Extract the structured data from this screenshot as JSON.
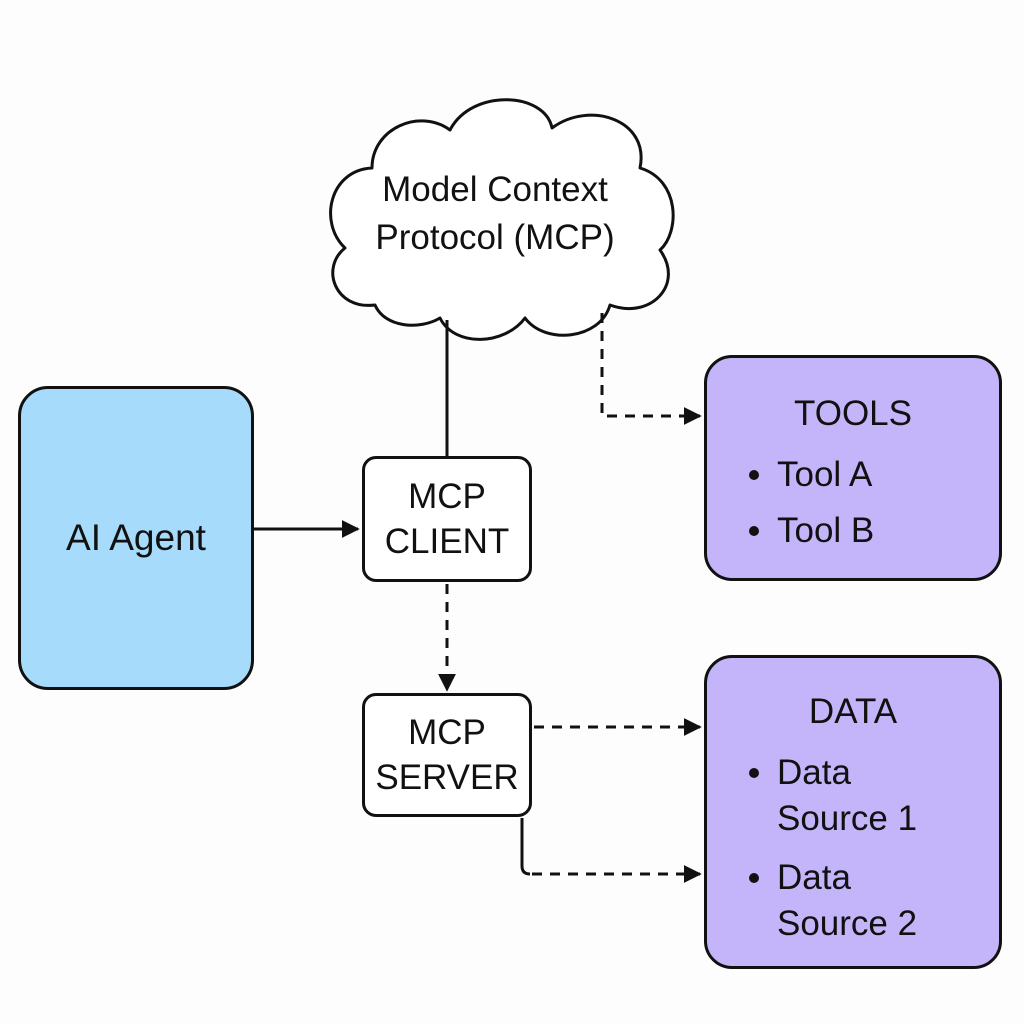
{
  "diagram": {
    "colors": {
      "agent_fill": "#a7dbfb",
      "panel_fill": "#c4b5fb",
      "node_fill": "#ffffff",
      "stroke": "#111111",
      "background": "#fdfdfd"
    },
    "cloud": {
      "line1": "Model Context",
      "line2": "Protocol (MCP)"
    },
    "agent": {
      "label": "AI Agent"
    },
    "client": {
      "line1": "MCP",
      "line2": "CLIENT"
    },
    "server": {
      "line1": "MCP",
      "line2": "SERVER"
    },
    "tools": {
      "title": "TOOLS",
      "items": [
        "Tool A",
        "Tool B"
      ]
    },
    "data": {
      "title": "DATA",
      "items": [
        {
          "line1": "Data",
          "line2": "Source 1"
        },
        {
          "line1": "Data",
          "line2": "Source 2"
        }
      ]
    },
    "connections": [
      {
        "from": "cloud",
        "to": "client",
        "style": "solid"
      },
      {
        "from": "agent",
        "to": "client",
        "style": "solid",
        "arrow": true
      },
      {
        "from": "cloud",
        "to": "tools",
        "style": "dashed",
        "arrow": true
      },
      {
        "from": "client",
        "to": "server",
        "style": "dashed",
        "arrow": true
      },
      {
        "from": "server",
        "to": "data",
        "style": "dashed",
        "arrow": true
      },
      {
        "from": "server",
        "to": "data",
        "style": "dashed",
        "arrow": true
      }
    ]
  }
}
